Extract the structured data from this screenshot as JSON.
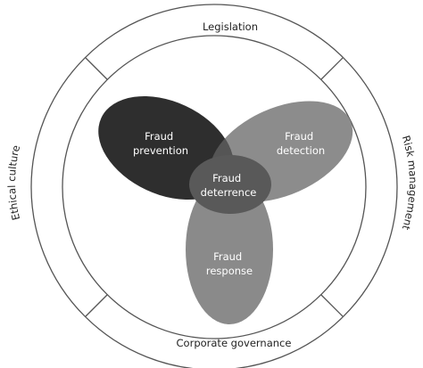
{
  "ring": {
    "top": "Legislation",
    "right": "Risk management",
    "bottom": "Corporate governance",
    "left": "Ethical culture"
  },
  "petals": {
    "prevention": {
      "line1": "Fraud",
      "line2": "prevention"
    },
    "detection": {
      "line1": "Fraud",
      "line2": "detection"
    },
    "response": {
      "line1": "Fraud",
      "line2": "response"
    },
    "center": {
      "line1": "Fraud",
      "line2": "deterrence"
    }
  },
  "colors": {
    "prevention": "#2e2e2e",
    "detection": "#8c8c8c",
    "response": "#8a8a8a",
    "overlap": "#555555",
    "center": "#595959",
    "ring_stroke": "#555555"
  }
}
